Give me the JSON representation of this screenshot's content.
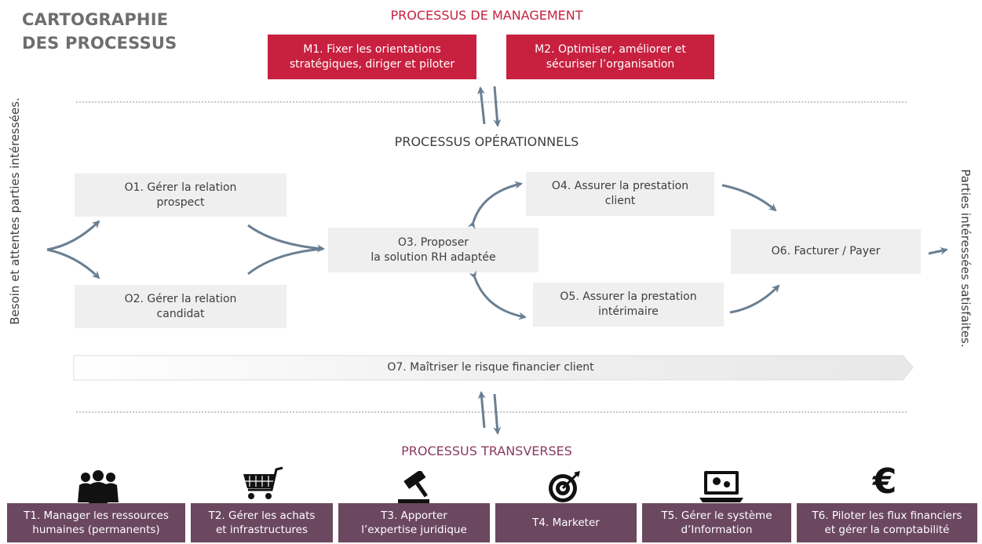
{
  "title": {
    "line1": "CARTOGRAPHIE",
    "line2": "DES PROCESSUS"
  },
  "management": {
    "title": "PROCESSUS DE MANAGEMENT",
    "m1": {
      "line1": "M1. Fixer les orientations",
      "line2": "stratégiques, diriger et piloter"
    },
    "m2": {
      "line1": "M2. Optimiser, améliorer et",
      "line2": "sécuriser l’organisation"
    }
  },
  "operational": {
    "title": "PROCESSUS OPÉRATIONNELS",
    "o1": {
      "line1": "O1. Gérer la relation",
      "line2": "prospect"
    },
    "o2": {
      "line1": "O2. Gérer la relation",
      "line2": "candidat"
    },
    "o3": {
      "line1": "O3. Proposer",
      "line2": "la solution RH adaptée"
    },
    "o4": {
      "line1": "O4. Assurer la prestation",
      "line2": "client"
    },
    "o5": {
      "line1": "O5. Assurer la prestation",
      "line2": "intérimaire"
    },
    "o6": {
      "line1": "O6. Facturer / Payer"
    },
    "o7": {
      "line1": "O7. Maîtriser le risque financier client"
    }
  },
  "left_label": "Besoin et attentes parties intéressées.",
  "right_label": "Parties intéressées satisfaites.",
  "transverse": {
    "title": "PROCESSUS TRANSVERSES",
    "items": [
      {
        "line1": "T1. Manager les ressources",
        "line2": "humaines (permanents)",
        "icon": "people-icon"
      },
      {
        "line1": "T2. Gérer les achats",
        "line2": "et infrastructures",
        "icon": "shopping-cart-icon"
      },
      {
        "line1": "T3. Apporter",
        "line2": "l’expertise juridique",
        "icon": "gavel-icon"
      },
      {
        "line1": "T4. Marketer",
        "line2": "",
        "icon": "target-icon"
      },
      {
        "line1": "T5. Gérer le système",
        "line2": "d’Information",
        "icon": "computer-gears-icon"
      },
      {
        "line1": "T6. Piloter les flux financiers",
        "line2": "et gérer la comptabilité",
        "icon": "euro-icon"
      }
    ]
  },
  "colors": {
    "management": "#c8203f",
    "operational_box": "#efefef",
    "transverse": "#6b4760",
    "arrow": "#6a7f92"
  }
}
